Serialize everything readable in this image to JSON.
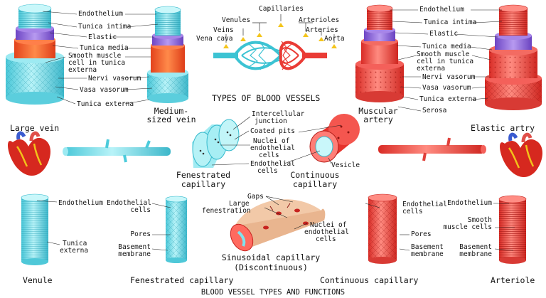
{
  "colors": {
    "vein": "#7fe3ee",
    "vein_dark": "#35b9cc",
    "artery": "#f0504a",
    "artery_dark": "#c7231f",
    "media": "#f46a35",
    "elastic": "#8a63d8",
    "pale": "#b9f2f6"
  },
  "large_vein": {
    "labels": [
      "Endothelium",
      "Tunica intima",
      "Elastic",
      "Tunica media",
      "Smooth muscle",
      "cell in tunica",
      "externa",
      "Nervi vasorum",
      "Vasa vasorum",
      "Tunica externa"
    ],
    "title": "Large vein"
  },
  "medium_vein": {
    "title_1": "Medium-",
    "title_2": "sized vein"
  },
  "types": {
    "labels": {
      "capillaries": "Capillaries",
      "venules": "Venules",
      "arterioles": "Arterioles",
      "veins": "Veins",
      "arteries": "Arteries",
      "vena_cava": "Vena cava",
      "aorta": "Aorta"
    },
    "title": "TYPES OF BLOOD VESSELS"
  },
  "muscular_artery": {
    "title_1": "Muscular",
    "title_2": "artery"
  },
  "elastic_artery": {
    "labels": [
      "Endothelium",
      "Tunica intima",
      "Elastic",
      "Tunica media",
      "Smooth muscle",
      "cell in tunica",
      "externa",
      "Nervi vasorum",
      "Vasa vasorum",
      "Tunica externa",
      "Serosa"
    ],
    "title": "Elastic artry"
  },
  "capillaries_mid": {
    "labels": [
      "Intercellular",
      "junction",
      "Coated pits",
      "Nuclei of",
      "endothelial",
      "cells",
      "Endothelial",
      "cells",
      "Vesicle"
    ],
    "fenestrated_1": "Fenestrated",
    "fenestrated_2": "capillary",
    "continuous_1": "Continuous",
    "continuous_2": "capillary"
  },
  "venule": {
    "labels": [
      "Endothelium",
      "Tunica",
      "externa"
    ],
    "title": "Venule"
  },
  "fenestrated_capillary": {
    "labels": [
      "Endothelial",
      "cells",
      "Pores",
      "Basement",
      "membrane"
    ],
    "title": "Fenestrated capillary"
  },
  "sinusoidal": {
    "labels": [
      "Gaps",
      "Large",
      "fenestration",
      "Nuclei of",
      "endothelial",
      "cells"
    ],
    "title_1": "Sinusoidal capillary",
    "title_2": "(Discontinuous)"
  },
  "continuous_capillary": {
    "labels": [
      "Endothelial",
      "cells",
      "Pores",
      "Basement",
      "membrane"
    ],
    "title": "Continuous capillary"
  },
  "arteriole": {
    "labels": [
      "Endothelium",
      "Smooth",
      "muscle cells",
      "Basement",
      "membrane"
    ],
    "title": "Arteriole"
  },
  "footer": "BLOOD VESSEL TYPES  AND FUNCTIONS"
}
